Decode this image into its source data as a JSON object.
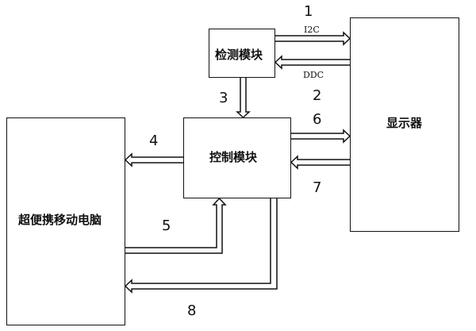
{
  "blocks": {
    "detect": "检测模块",
    "control": "控制模块",
    "display": "显示器",
    "computer": "超便携移动电脑"
  },
  "signals": {
    "i2c": "I2C",
    "ddc": "DDC"
  },
  "numbers": {
    "n1": "1",
    "n2": "2",
    "n3": "3",
    "n4": "4",
    "n5": "5",
    "n6": "6",
    "n7": "7",
    "n8": "8"
  }
}
